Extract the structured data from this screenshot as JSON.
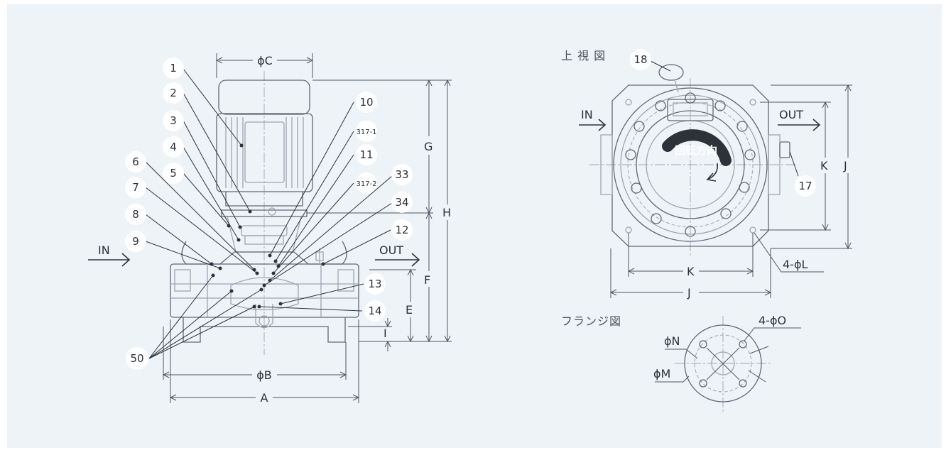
{
  "views": {
    "top_view_title": "上 視 図",
    "flange_view_title": "フランジ図"
  },
  "flow": {
    "in_left": "IN",
    "out_left": "OUT",
    "in_right": "IN",
    "out_right": "OUT"
  },
  "rotation_label": "回転方向",
  "dimensions": {
    "phiC": "ϕC",
    "G": "G",
    "H": "H",
    "F": "F",
    "E": "E",
    "I": "I",
    "phiB": "ϕB",
    "A": "A",
    "K_side": "K",
    "J_side": "J",
    "K_bottom": "K",
    "J_bottom": "J",
    "holes_L": "4-ϕL",
    "holes_O": "4-ϕO",
    "phiN": "ϕN",
    "phiM": "ϕM"
  },
  "parts": [
    "1",
    "2",
    "3",
    "4",
    "5",
    "6",
    "7",
    "8",
    "9",
    "10",
    "317-1",
    "11",
    "317-2",
    "33",
    "34",
    "12",
    "13",
    "14",
    "50",
    "18",
    "17"
  ],
  "colors": {
    "background": "#eef3f8",
    "drawing_line": "#9aa6b3",
    "text": "#2b323a"
  }
}
